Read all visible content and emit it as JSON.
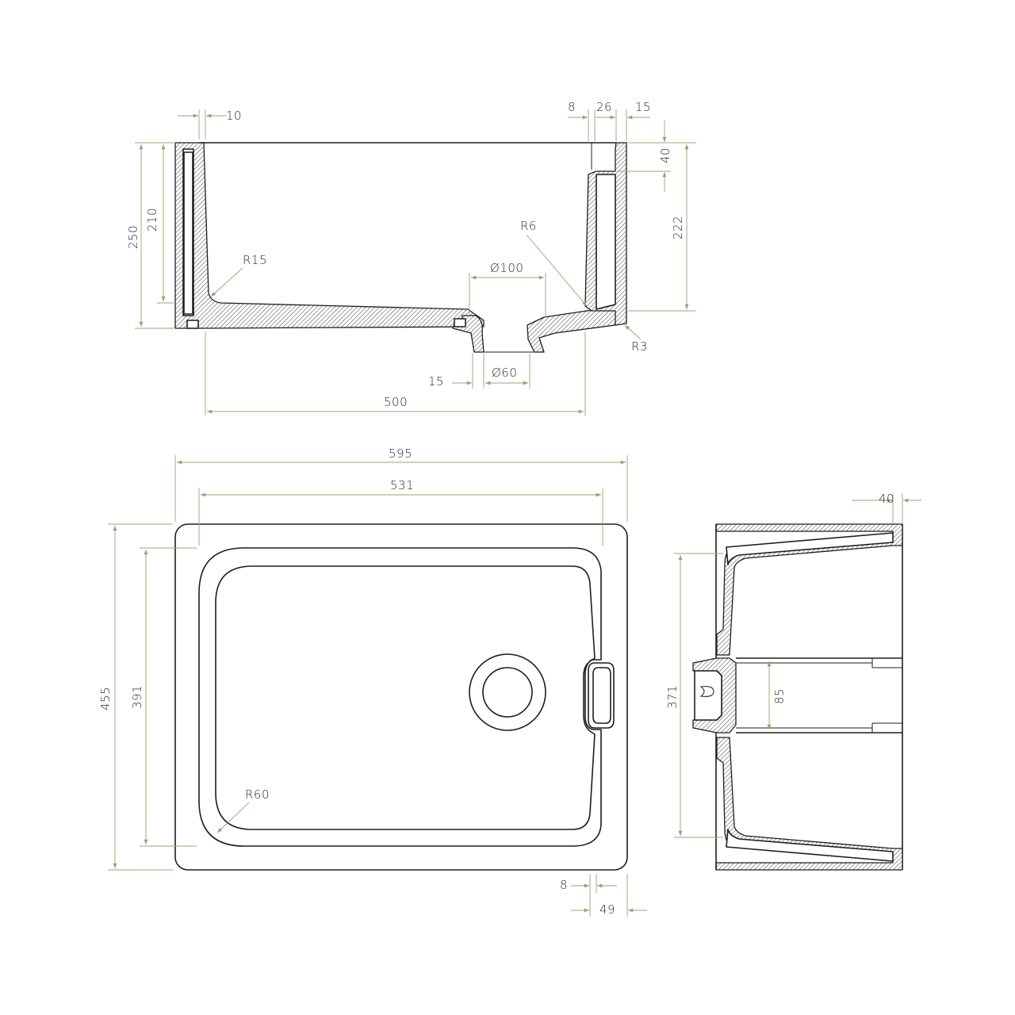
{
  "colors": {
    "outline": "#1e1e1e",
    "dimension": "#a89c76",
    "background": "#ffffff"
  },
  "section": {
    "dims": {
      "w10": "10",
      "w8": "8",
      "w26": "26",
      "w15top": "15",
      "h40": "40",
      "h250": "250",
      "h210": "210",
      "h222": "222",
      "r15": "R15",
      "r6": "R6",
      "r3": "R3",
      "d100": "Ø100",
      "d60": "Ø60",
      "w15bottom": "15",
      "w500": "500"
    }
  },
  "plan": {
    "dims": {
      "w595": "595",
      "w531": "531",
      "h455": "455",
      "h391": "391",
      "r60": "R60",
      "w8": "8",
      "w49": "49"
    }
  },
  "side": {
    "dims": {
      "w40": "40",
      "h371": "371",
      "h85": "85"
    }
  }
}
